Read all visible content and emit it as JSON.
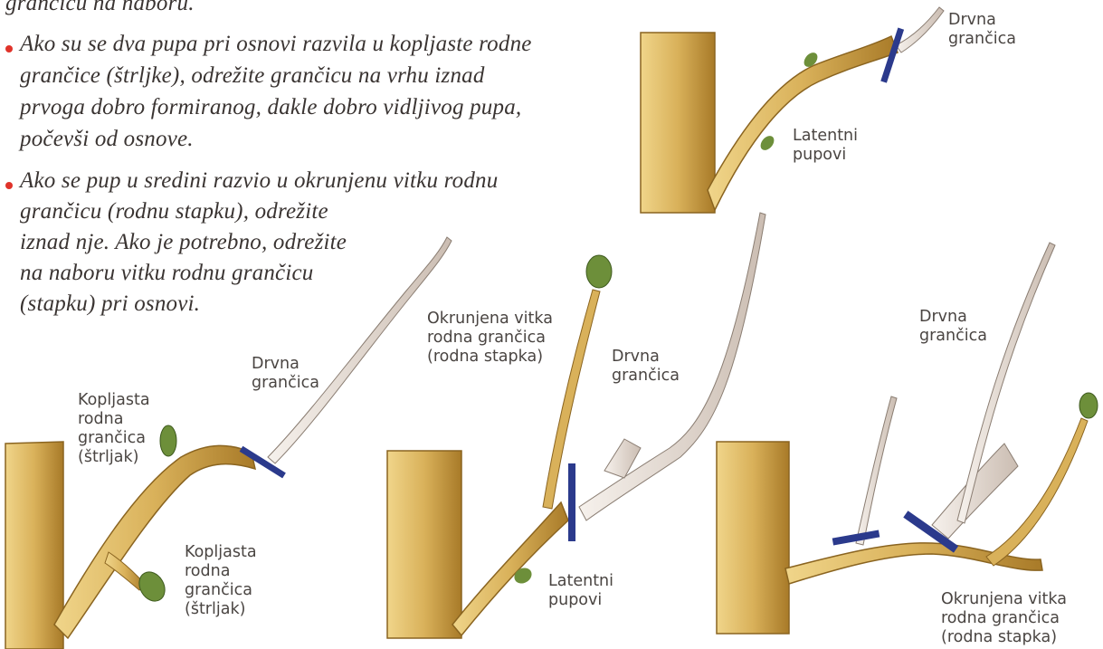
{
  "text": {
    "lines": [
      "grančicu na naboru.",
      "Ako su se dva pupa pri osnovi razvila u kopljaste rodne",
      "grančice (štrljke), odrežite grančicu na vrhu iznad",
      "prvoga dobro formiranog, dakle dobro vidljivog pupa,",
      "počevši od osnove.",
      "Ako se pup u sredini razvio u okrunjenu vitku rodnu",
      "grančicu (rodnu stapku), odrežite",
      "iznad nje. Ako je potrebno, odrežite",
      "na naboru vitku rodnu grančicu",
      "(stapku) pri osnovi."
    ]
  },
  "colors": {
    "bullet": "#e0332a",
    "text": "#3a3432",
    "label": "#4a4542",
    "wood": "#d9b15a",
    "wood_dark": "#a87a28",
    "twig": "#e8dfd6",
    "cut": "#2b3a8c",
    "bud": "#6d8f3a"
  },
  "labels": {
    "top_right": {
      "drvna": [
        "Drvna",
        "grančica"
      ],
      "latentni": [
        "Latentni",
        "pupovi"
      ]
    },
    "left": {
      "drvna": [
        "Drvna",
        "grančica"
      ],
      "kopljasta_top": [
        "Kopljasta",
        "rodna",
        "grančica",
        "(štrljak)"
      ],
      "kopljasta_bottom": [
        "Kopljasta",
        "rodna",
        "grančica",
        "(štrljak)"
      ]
    },
    "middle": {
      "okrunjena": [
        "Okrunjena vitka",
        "rodna grančica",
        "(rodna stapka)"
      ],
      "drvna": [
        "Drvna",
        "grančica"
      ],
      "latentni": [
        "Latentni",
        "pupovi"
      ]
    },
    "right": {
      "drvna": [
        "Drvna",
        "grančica"
      ],
      "okrunjena": [
        "Okrunjena vitka",
        "rodna grančica",
        "(rodna stapka)"
      ]
    }
  }
}
